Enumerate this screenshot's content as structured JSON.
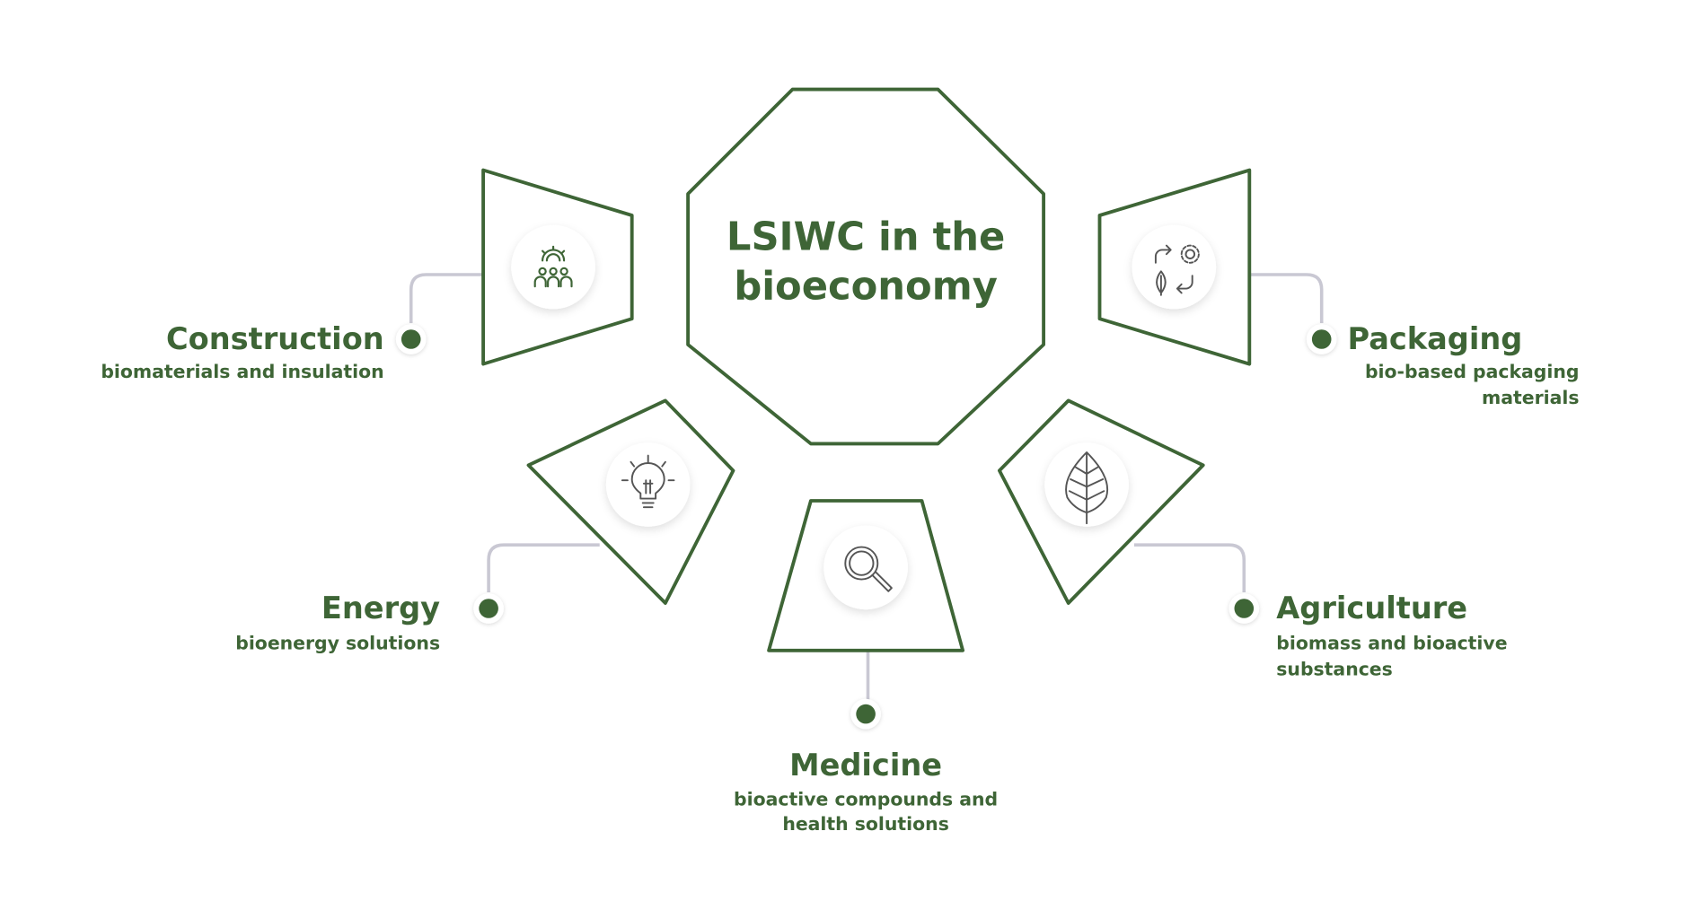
{
  "title": {
    "line1": "LSIWC in the",
    "line2": "bioeconomy"
  },
  "colors": {
    "accent": "#3e6536",
    "connector": "#c9c8d3"
  },
  "items": [
    {
      "name": "Construction",
      "desc": [
        "biomaterials and insulation"
      ],
      "icon": "people-gear-icon"
    },
    {
      "name": "Packaging",
      "desc": [
        "bio-based packaging",
        "materials"
      ],
      "icon": "recycle-process-icon"
    },
    {
      "name": "Energy",
      "desc": [
        "bioenergy solutions"
      ],
      "icon": "lightbulb-icon"
    },
    {
      "name": "Agriculture",
      "desc": [
        "biomass and bioactive",
        "substances"
      ],
      "icon": "leaf-icon"
    },
    {
      "name": "Medicine",
      "desc": [
        "bioactive compounds and",
        "health solutions"
      ],
      "icon": "magnifier-icon"
    }
  ]
}
